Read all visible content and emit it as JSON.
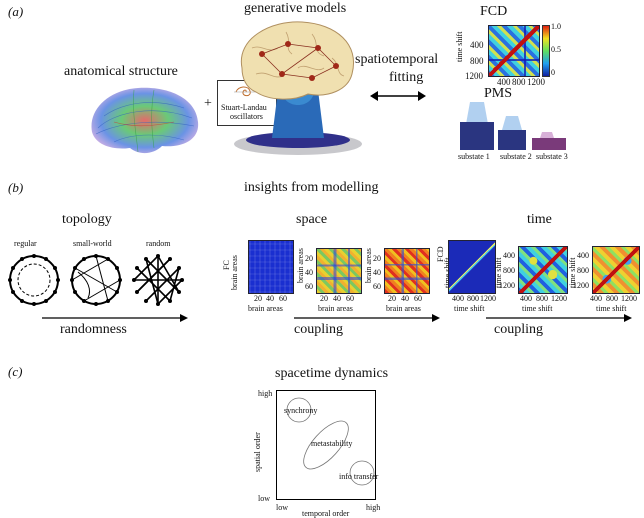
{
  "panel_a": {
    "label": "(a)",
    "title": "generative models",
    "anatomical": "anatomical structure",
    "plus": "+",
    "oscillators_line1": "Stuart-Landau",
    "oscillators_line2": "oscillators",
    "fitting_line1": "spatiotemporal",
    "fitting_line2": "fitting",
    "fcd_title": "FCD",
    "fcd_ylabel": "time shift",
    "fcd_ticks": [
      "400",
      "800",
      "1200"
    ],
    "colorbar_ticks": [
      "1.0",
      "0.5",
      "0"
    ],
    "pms_title": "PMS",
    "substates": [
      "substate 1",
      "substate 2",
      "substate 3"
    ]
  },
  "panel_b": {
    "label": "(b)",
    "title": "insights from modelling",
    "topology": {
      "title": "topology",
      "networks": [
        "regular",
        "small-world",
        "random"
      ],
      "arrow_label": "randomness"
    },
    "space": {
      "title": "space",
      "ylabel": "brain areas",
      "row_label": "FC",
      "xlabel": "brain areas",
      "ticks": [
        "20",
        "40",
        "60"
      ],
      "arrow_label": "coupling"
    },
    "time": {
      "title": "time",
      "ylabel": "time shift",
      "row_label": "FCD",
      "xlabel": "time shift",
      "ticks": [
        "400",
        "800",
        "1200"
      ],
      "arrow_label": "coupling"
    }
  },
  "panel_c": {
    "label": "(c)",
    "title": "spacetime dynamics",
    "y_axis": "spatial order",
    "x_axis": "temporal order",
    "high_y": "high",
    "low": "low",
    "low_x": "low",
    "high_x": "high",
    "regions": [
      "synchrony",
      "metastability",
      "info transfer"
    ]
  }
}
